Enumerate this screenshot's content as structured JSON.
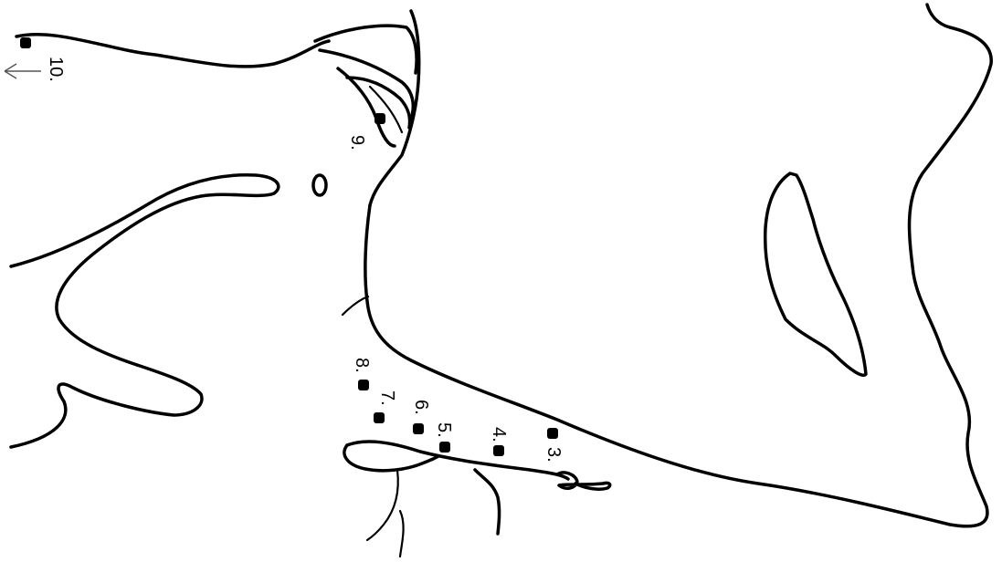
{
  "puzzle": {
    "dots": [
      {
        "id": "3",
        "label": "3."
      },
      {
        "id": "4",
        "label": "4."
      },
      {
        "id": "5",
        "label": "5."
      },
      {
        "id": "6",
        "label": "6."
      },
      {
        "id": "7",
        "label": "7."
      },
      {
        "id": "8",
        "label": "8."
      },
      {
        "id": "9",
        "label": "9."
      },
      {
        "id": "10",
        "label": "10."
      }
    ],
    "line_color": "#000000",
    "background_color": "#ffffff"
  }
}
